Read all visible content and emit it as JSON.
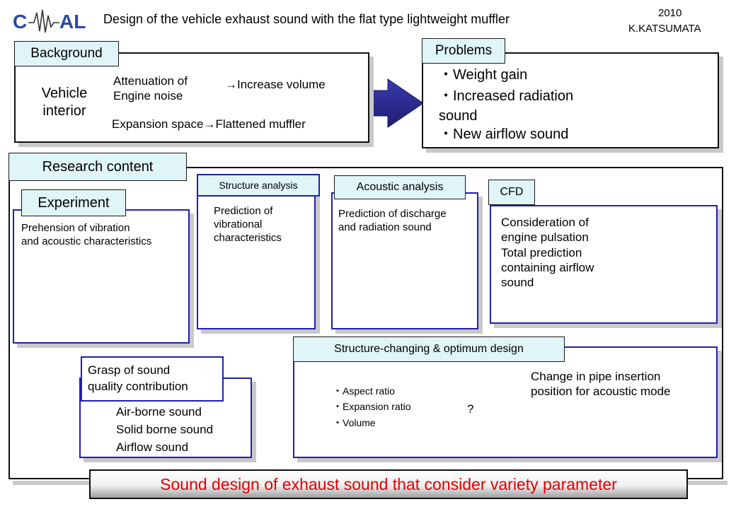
{
  "header": {
    "logo_text": "CAMAL",
    "title": "Design of the vehicle exhaust sound with the flat type lightweight muffler",
    "year": "2010",
    "author": "K.KATSUMATA"
  },
  "background": {
    "label": "Background",
    "subject": "Vehicle\ninterior",
    "item1": "Attenuation of\n Engine noise",
    "result1": "→Increase volume",
    "item2": "Expansion space→Flattened muffler"
  },
  "problems": {
    "label": "Problems",
    "item1": "・Weight gain",
    "item2": "・Increased radiation\n   sound",
    "item3": "・New airflow sound"
  },
  "research": {
    "label": "Research content",
    "experiment": {
      "label": "Experiment",
      "text": "Prehension of vibration\nand acoustic characteristics"
    },
    "structure": {
      "label": "Structure analysis",
      "text": "Prediction of\nvibrational\ncharacteristics"
    },
    "acoustic": {
      "label": "Acoustic analysis",
      "text": "Prediction of discharge\nand radiation sound"
    },
    "cfd": {
      "label": "CFD",
      "text": "Consideration of\n engine pulsation\nTotal prediction\n containing airflow\n sound"
    },
    "grasp": {
      "label": "Grasp of sound\nquality contribution",
      "items": [
        "Air-borne sound",
        "Solid borne sound",
        "Airflow sound"
      ]
    },
    "optimum": {
      "label": "Structure-changing & optimum design",
      "params": "・Aspect ratio\n・Expansion ratio\n・Volume",
      "question": "?",
      "pipe_text": "Change in pipe insertion\nposition for acoustic mode"
    }
  },
  "footer": {
    "text": "Sound design of exhaust sound that consider variety parameter"
  },
  "colors": {
    "box_border": "#2020b0",
    "tag_fill": "#dff5f8",
    "arrow_fill": "#2a2a90",
    "flow_green": "#22e022",
    "footer_text": "#e00000"
  }
}
